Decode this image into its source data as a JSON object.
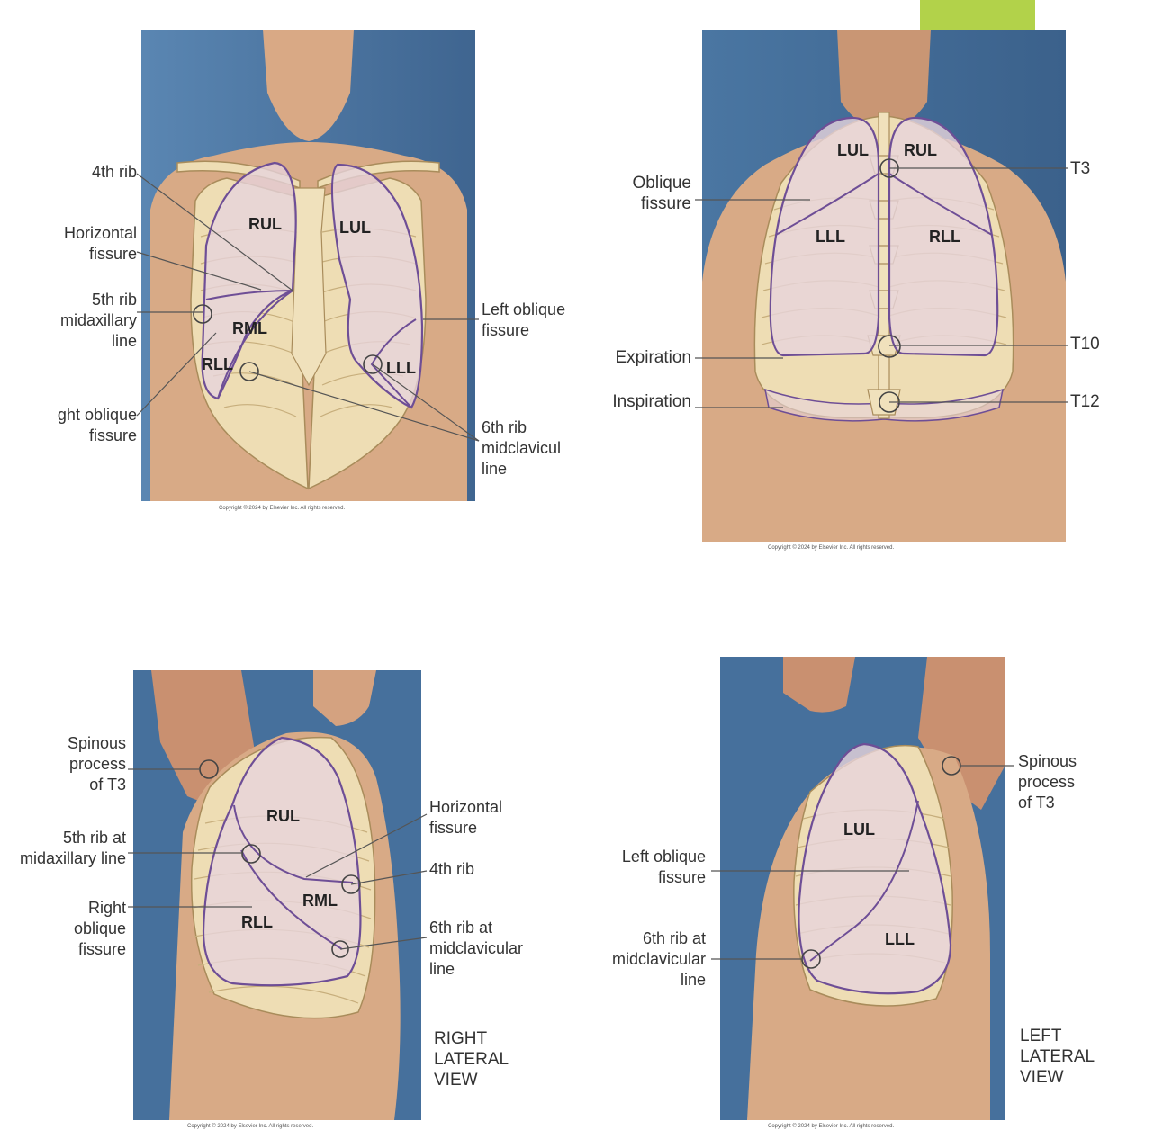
{
  "colors": {
    "accent_square": "#B2D24A",
    "backdrop": "#4F769E",
    "skin": "#D8AA86",
    "bone": "#EEDDB4",
    "bone_outline": "#A98C5B",
    "lung_fill": "#E7D4DC",
    "lung_outline": "#6E4E96",
    "leader": "#555555"
  },
  "panels": {
    "anterior": {
      "lobes": [
        "RUL",
        "LUL",
        "RML",
        "RLL",
        "LLL"
      ],
      "labels": {
        "rib4": "4th rib",
        "horizontal_fissure": "Horizontal\nfissure",
        "rib5": "5th rib\nmidaxillary\nline",
        "right_oblique": "ght oblique\nfissure",
        "left_oblique": "Left oblique\nfissure",
        "rib6": "6th rib\nmidclavicul\nline"
      },
      "copyright": "Copyright © 2024 by Elsevier Inc. All rights reserved."
    },
    "posterior": {
      "lobes": [
        "LUL",
        "RUL",
        "LLL",
        "RLL"
      ],
      "labels": {
        "oblique": "Oblique\nfissure",
        "t3": "T3",
        "expiration": "Expiration",
        "t10": "T10",
        "inspiration": "Inspiration",
        "t12": "T12"
      },
      "copyright": "Copyright © 2024 by Elsevier Inc. All rights reserved."
    },
    "right_lateral": {
      "lobes": [
        "RUL",
        "RML",
        "RLL"
      ],
      "labels": {
        "spinous": "Spinous\nprocess\nof T3",
        "rib5": "5th rib at\nmidaxillary line",
        "right_oblique": "Right\noblique\nfissure",
        "horizontal": "Horizontal\nfissure",
        "rib4": "4th rib",
        "rib6": "6th rib at\nmidclavicular\nline"
      },
      "view": "RIGHT\nLATERAL\nVIEW",
      "copyright": "Copyright © 2024 by Elsevier Inc. All rights reserved."
    },
    "left_lateral": {
      "lobes": [
        "LUL",
        "LLL"
      ],
      "labels": {
        "spinous": "Spinous\nprocess\nof T3",
        "left_oblique": "Left oblique\nfissure",
        "rib6": "6th rib at\nmidclavicular\nline"
      },
      "view": "LEFT\nLATERAL\nVIEW",
      "copyright": "Copyright © 2024 by Elsevier Inc. All rights reserved."
    }
  }
}
